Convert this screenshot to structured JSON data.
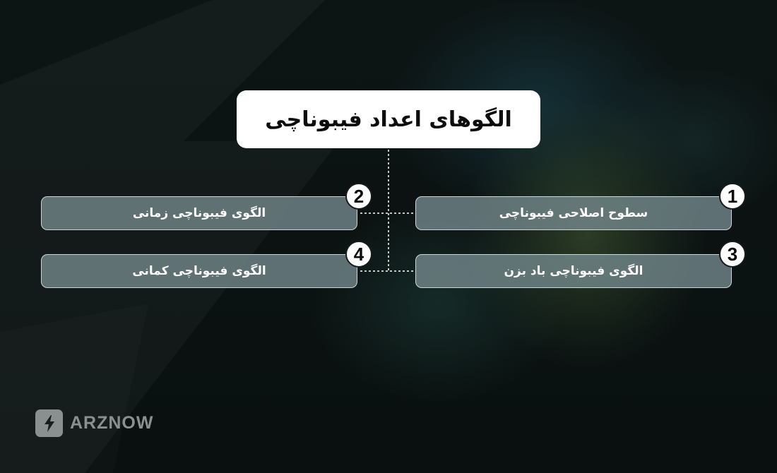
{
  "diagram": {
    "title": "الگوهای اعداد فیبوناچی",
    "items": [
      {
        "number": "1",
        "label": "سطوح اصلاحی فیبوناچی"
      },
      {
        "number": "2",
        "label": "الگوی فیبوناچی زمانی"
      },
      {
        "number": "3",
        "label": "الگوی فیبوناچی باد بزن"
      },
      {
        "number": "4",
        "label": "الگوی فیبوناچی کمانی"
      }
    ]
  },
  "brand": {
    "name": "ARZNOW",
    "icon": "lightning-bolt-icon",
    "color": "#8a8f8f"
  },
  "colors": {
    "background": "#0b1212",
    "title_box": "#ffffff",
    "item_fill": "#768a8e",
    "badge": "#ffffff"
  }
}
